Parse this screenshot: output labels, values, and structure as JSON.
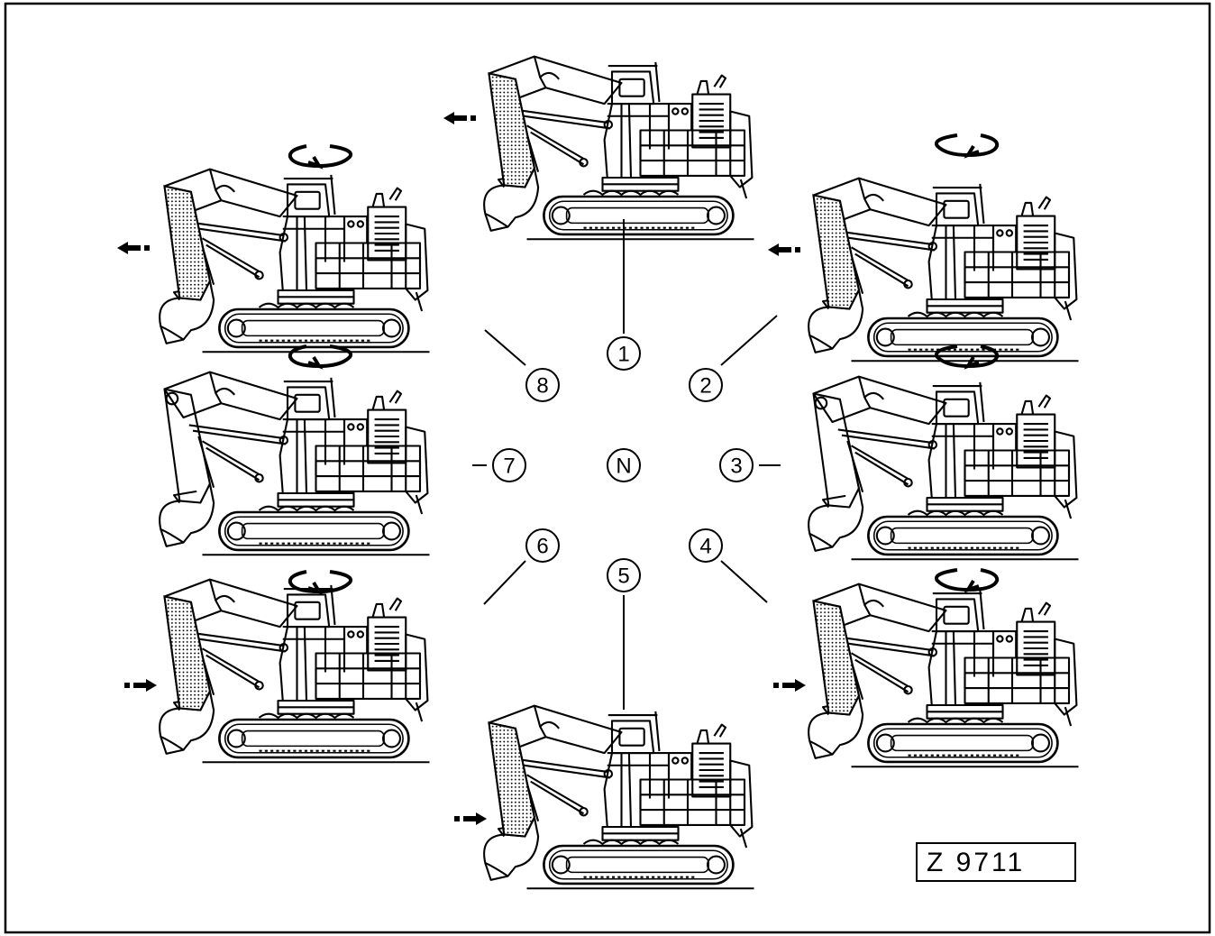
{
  "figure": {
    "reference_code": "Z 9711",
    "center_label": "N",
    "positions": [
      {
        "label": "1",
        "travel": "forward",
        "swing": "none"
      },
      {
        "label": "2",
        "travel": "forward",
        "swing": "right"
      },
      {
        "label": "3",
        "travel": "none",
        "swing": "right"
      },
      {
        "label": "4",
        "travel": "reverse",
        "swing": "right"
      },
      {
        "label": "5",
        "travel": "reverse",
        "swing": "none"
      },
      {
        "label": "6",
        "travel": "reverse",
        "swing": "left"
      },
      {
        "label": "7",
        "travel": "none",
        "swing": "left"
      },
      {
        "label": "8",
        "travel": "forward",
        "swing": "left"
      }
    ]
  },
  "icons": {
    "excavator": "excavator-icon",
    "travel_arrow": "arrow-icon",
    "swing_arrow": "rotation-arrow-icon"
  },
  "colors": {
    "line": "#000000",
    "background": "#ffffff"
  }
}
